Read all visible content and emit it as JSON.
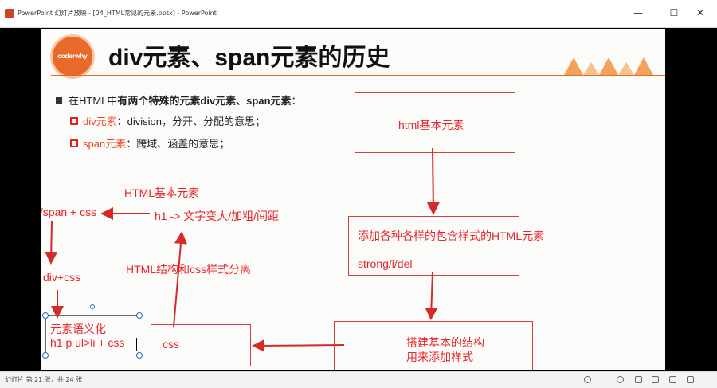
{
  "window": {
    "title": "PowerPoint 幻灯片放映 - [04_HTML常见的元素.pptx] - PowerPoint",
    "minimize": "—",
    "maximize": "☐",
    "close": "✕"
  },
  "slide": {
    "logo_text": "coderwhy",
    "title": "div元素、span元素的历史",
    "bullets": {
      "main_prefix": "在HTML中",
      "main_bold": "有两个特殊的元素div元素、span元素",
      "main_suffix": "：",
      "div_term": "div元素",
      "div_desc": "：division，分开、分配的意思；",
      "span_term": "span元素",
      "span_desc": "：跨域、涵盖的意思；"
    },
    "annotations": {
      "html_basic": "HTML基本元素",
      "h1_text": "h1 -> 文字变大/加粗/间距",
      "div_span_css": "div/span + css",
      "div_plus_css": "div+css",
      "separation": "HTML结构和css样式分离",
      "semantic_1": "元素语义化",
      "semantic_2": "h1 p ul>li + css"
    },
    "boxes": {
      "box1": "html基本元素",
      "box2_line1": "添加各种各样的包含样式的HTML元素",
      "box2_line2": "strong/i/del",
      "box3_line1": "搭建基本的结构",
      "box3_line2": "用来添加样式",
      "box4": "css"
    }
  },
  "statusbar": {
    "slide_info": "幻灯片 第 21 张，共 24 张"
  },
  "colors": {
    "accent": "#e8692a",
    "annotation_red": "#e8262a",
    "box_border": "#d73a3a"
  }
}
